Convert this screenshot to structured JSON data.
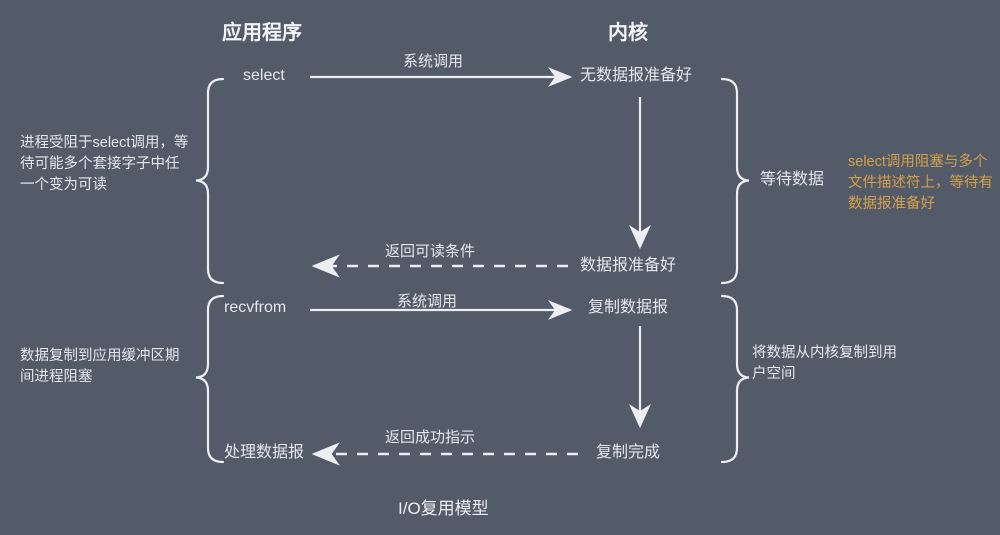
{
  "diagram": {
    "caption": "I/O复用模型",
    "background_color": "#535a68",
    "text_color": "#e4e7ec",
    "accent_color": "#d3a04a",
    "columns": {
      "application": "应用程序",
      "kernel": "内核"
    },
    "app_steps": [
      {
        "name": "select-step",
        "label": "select"
      },
      {
        "name": "recvfrom-step",
        "label": "recvfrom"
      },
      {
        "name": "process-datagram-step",
        "label": "处理数据报"
      }
    ],
    "kernel_steps": [
      {
        "name": "no-datagram-ready",
        "label": "无数据报准备好"
      },
      {
        "name": "datagram-ready",
        "label": "数据报准备好"
      },
      {
        "name": "copy-datagram",
        "label": "复制数据报"
      },
      {
        "name": "copy-complete",
        "label": "复制完成"
      }
    ],
    "arrows": [
      {
        "name": "syscall-select-arrow",
        "label": "系统调用",
        "style": "solid",
        "direction": "right"
      },
      {
        "name": "return-readable-arrow",
        "label": "返回可读条件",
        "style": "dashed",
        "direction": "left"
      },
      {
        "name": "syscall-recvfrom-arrow",
        "label": "系统调用",
        "style": "solid",
        "direction": "right"
      },
      {
        "name": "return-success-arrow",
        "label": "返回成功指示",
        "style": "dashed",
        "direction": "left"
      }
    ],
    "left_notes": [
      {
        "name": "note-select-blocked",
        "label": "进程受阻于select调用，等待可能多个套接字子中任一个变为可读"
      },
      {
        "name": "note-copy-blocked",
        "label": "数据复制到应用缓冲区期间进程阻塞"
      }
    ],
    "kernel_phase_labels": [
      {
        "name": "phase-wait-data",
        "label": "等待数据"
      },
      {
        "name": "phase-copy-data",
        "label": "将数据从内核复制到用户空间"
      }
    ],
    "right_notes": [
      {
        "name": "note-select-multiplex",
        "label": "select调用阻塞与多个文件描述符上，等待有数据报准备好"
      }
    ]
  }
}
